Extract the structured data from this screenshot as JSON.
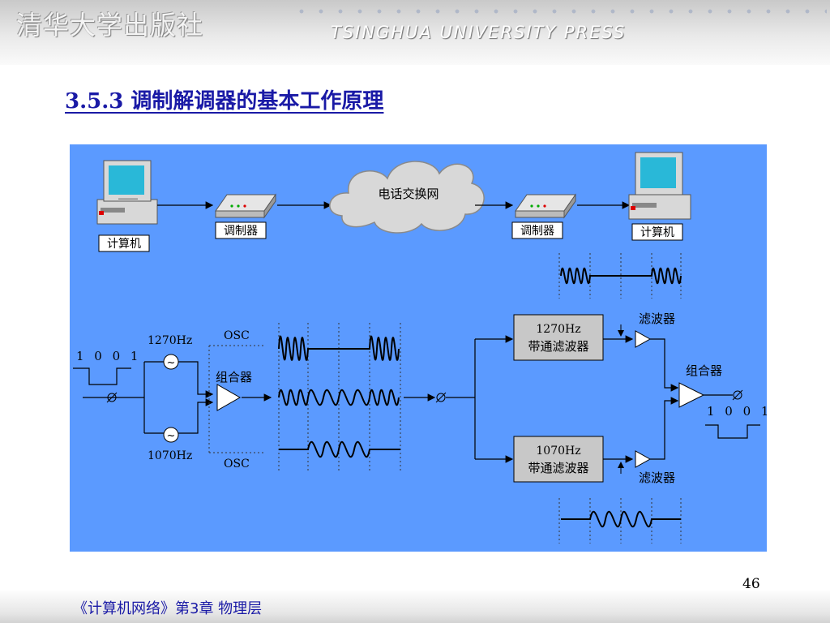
{
  "header": {
    "publisher_cn": "清华大学出版社",
    "publisher_en": "TSINGHUA UNIVERSITY PRESS"
  },
  "slide": {
    "title": "3.5.3  调制解调器的基本工作原理",
    "page_number": "46"
  },
  "diagram": {
    "computer_label": "计算机",
    "modem_label": "调制器",
    "network_label": "电话交换网",
    "freq_high": "1270Hz",
    "freq_low": "1070Hz",
    "osc_label": "OSC",
    "combiner_label": "组合器",
    "filter_label": "滤波器",
    "bandpass_label": "带通滤波器",
    "bits_label": "1 0 0 1",
    "colors": {
      "background": "#5b9aff",
      "box": "#c8c8c8"
    }
  },
  "footer": {
    "text": "《计算机网络》第3章  物理层"
  }
}
